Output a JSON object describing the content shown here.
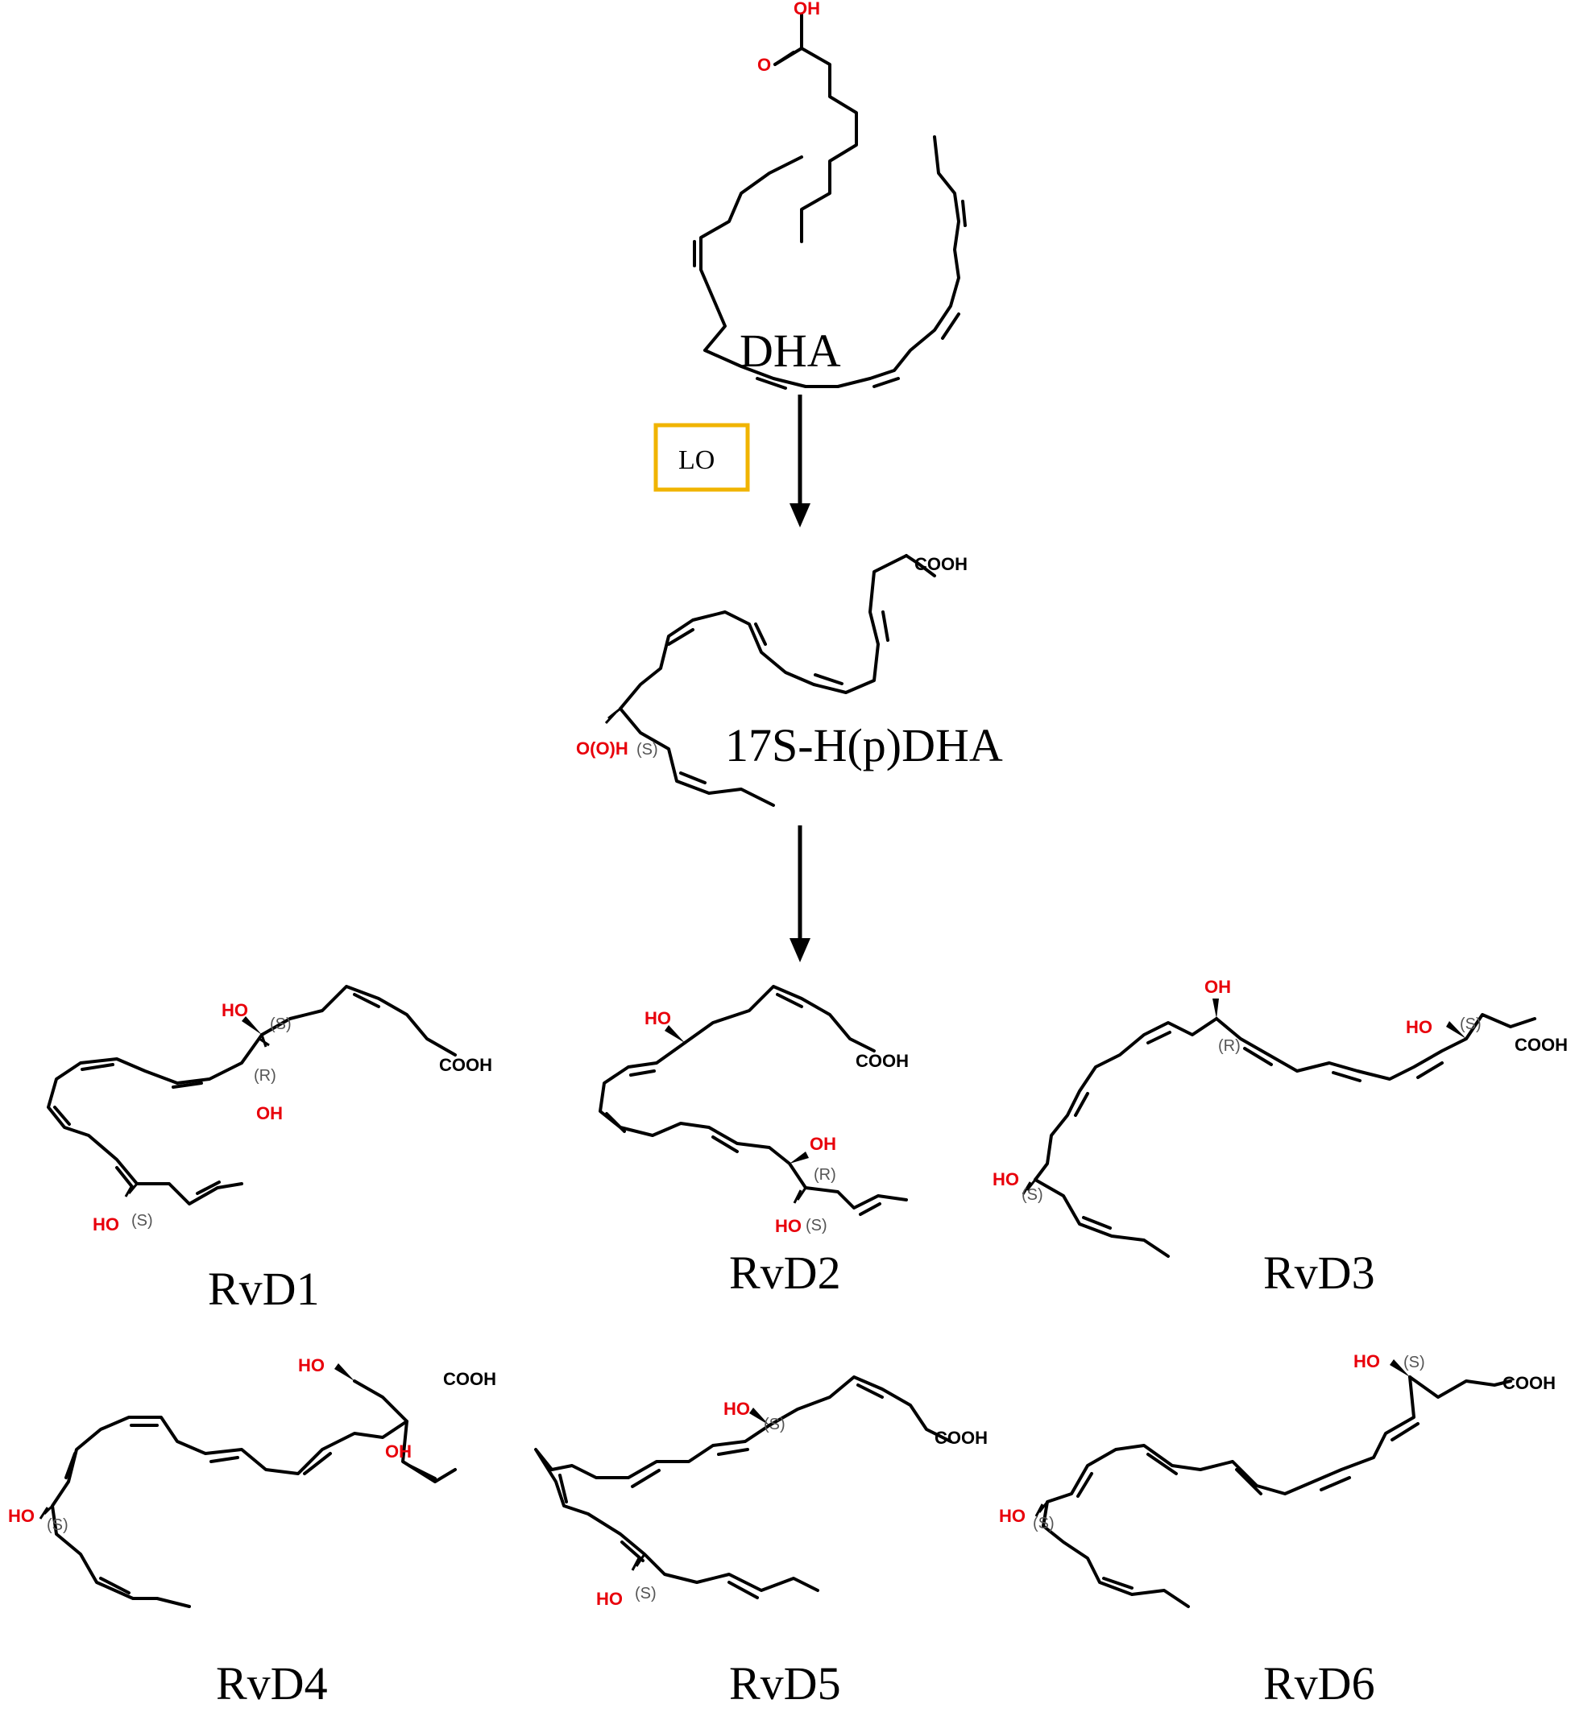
{
  "compounds": {
    "dha": {
      "name": "DHA",
      "oh": "OH",
      "o": "O"
    },
    "hpdha": {
      "name": "17S-H(p)DHA",
      "cooh": "COOH",
      "ooh": "O(O)H",
      "s": "(S)"
    },
    "rvd1": {
      "name": "RvD1",
      "cooh": "COOH",
      "oh1": "HO",
      "s1": "(S)",
      "r": "(R)",
      "oh2": "OH",
      "oh3": "HO",
      "s2": "(S)"
    },
    "rvd2": {
      "name": "RvD2",
      "cooh": "COOH",
      "oh1": "HO",
      "oh2": "OH",
      "r": "(R)",
      "oh3": "HO",
      "s": "(S)"
    },
    "rvd3": {
      "name": "RvD3",
      "cooh": "COOH",
      "oh1": "OH",
      "r": "(R)",
      "oh2": "HO",
      "s1": "(S)",
      "oh3": "HO",
      "s2": "(S)"
    },
    "rvd4": {
      "name": "RvD4",
      "cooh": "COOH",
      "oh1": "HO",
      "oh2": "OH",
      "oh3": "HO",
      "s": "(S)"
    },
    "rvd5": {
      "name": "RvD5",
      "cooh": "COOH",
      "oh1": "HO",
      "s1": "(S)",
      "oh2": "HO",
      "s2": "(S)"
    },
    "rvd6": {
      "name": "RvD6",
      "cooh": "COOH",
      "oh1": "HO",
      "s1": "(S)",
      "oh2": "HO",
      "s2": "(S)"
    }
  },
  "enzyme": {
    "label": "LO",
    "border_color": "#f0b400"
  },
  "colors": {
    "heteroatom": "#e8000b",
    "bond": "#000000",
    "stereo": "#555555"
  }
}
